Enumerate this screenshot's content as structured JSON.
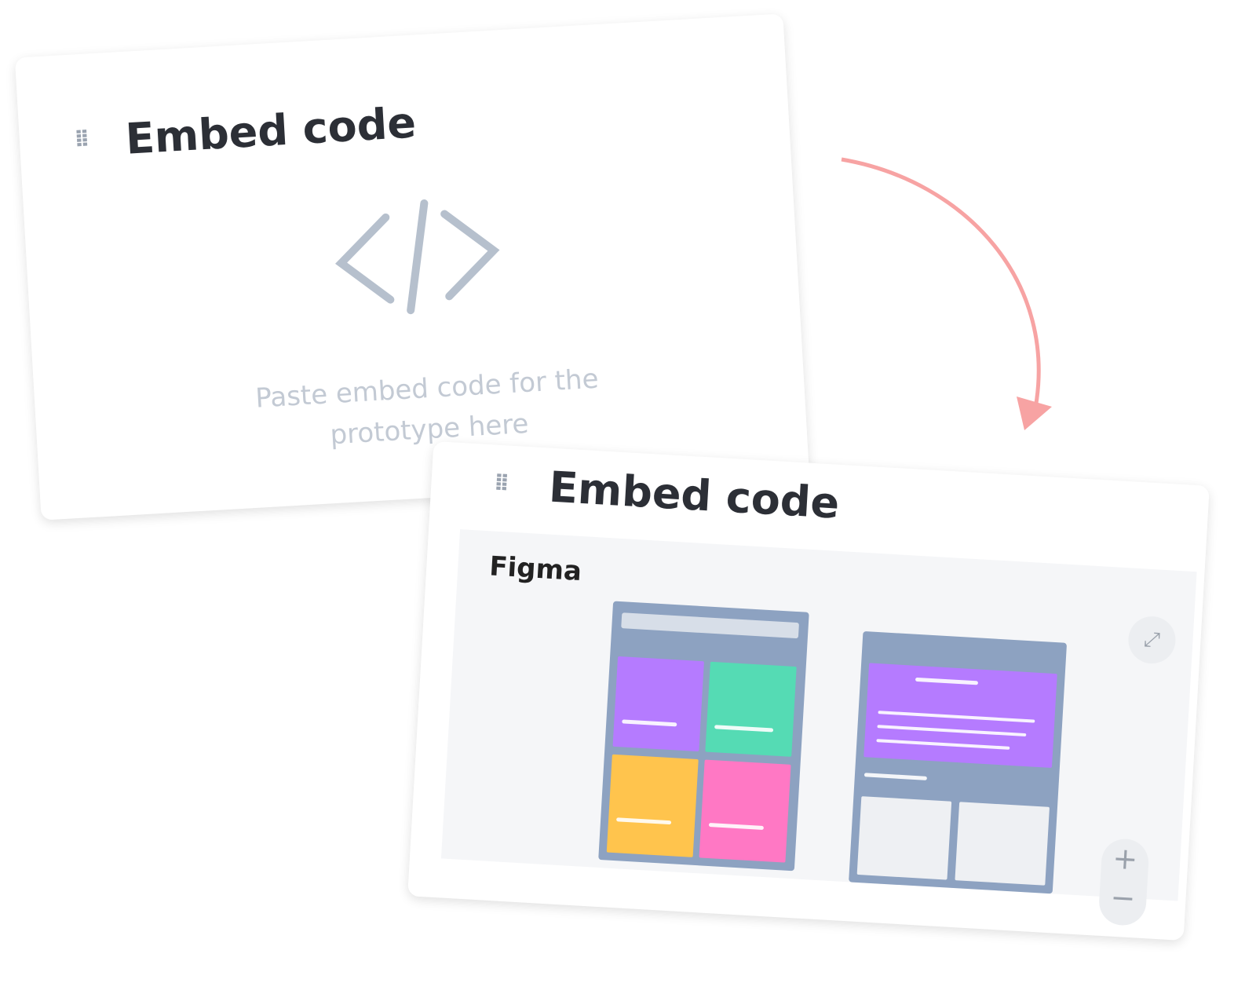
{
  "before_card": {
    "title": "Embed code",
    "drag_handle_icon": "drag-handle-icon",
    "code_icon": "code-icon",
    "hint": "Paste embed code for the prototype here"
  },
  "after_card": {
    "title": "Embed code",
    "drag_handle_icon": "drag-handle-icon",
    "provider": "Figma",
    "expand_icon": "expand-icon",
    "zoom_in_label": "+",
    "zoom_out_label": "−"
  },
  "colors": {
    "arrow": "#f7a3a3",
    "screen": "#8da2c1",
    "purple": "#b57bff",
    "green": "#55dbb4",
    "yellow": "#ffc44d",
    "pink": "#ff78c4"
  }
}
